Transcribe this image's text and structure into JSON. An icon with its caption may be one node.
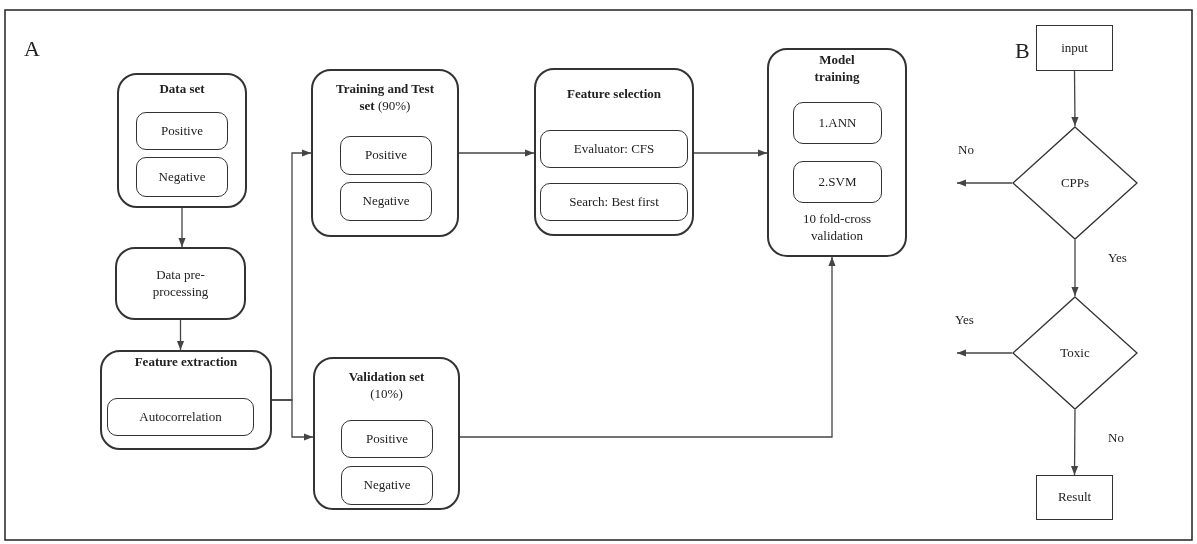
{
  "diagram": {
    "nodes": [
      {
        "text": [
          "Data set"
        ]
      },
      {
        "text": [
          "Positive"
        ],
        "in": 0
      },
      {
        "text": [
          "Negative"
        ],
        "in": 0
      },
      {
        "text": [
          "Data pre-processing"
        ]
      },
      {
        "text": [
          "Feature extraction"
        ]
      },
      {
        "text": [
          "Autocorrelation"
        ],
        "in": 4
      },
      {
        "text": [
          "**Training and Test set** (90%)"
        ]
      },
      {
        "text": [
          "Positive"
        ],
        "in": 6
      },
      {
        "text": [
          "Negative"
        ],
        "in": 6
      },
      {
        "text": [
          "**Validation set** (10%)"
        ]
      },
      {
        "text": [
          "Positive"
        ],
        "in": 9
      },
      {
        "text": [
          "Negative"
        ],
        "in": 9
      },
      {
        "text": [
          "Feature selection"
        ]
      },
      {
        "text": [
          "Evaluator: CFS"
        ],
        "in": 12
      },
      {
        "text": [
          "Search: Best first"
        ],
        "in": 12
      },
      {
        "text": [
          "Model training",
          "10 fold-cross validation"
        ]
      },
      {
        "text": [
          "1.ANN"
        ],
        "in": 15
      },
      {
        "text": [
          "2.SVM"
        ],
        "in": 15
      },
      {
        "text": [
          "input"
        ]
      },
      {
        "text": [
          "CPPs"
        ]
      },
      {
        "text": [
          "Toxic"
        ]
      },
      {
        "text": [
          "Result"
        ]
      }
    ],
    "edges": [
      {
        "from": 0,
        "to": 3,
        "arrow": "to"
      },
      {
        "from": 3,
        "to": 4,
        "arrow": "to"
      },
      {
        "from": 4,
        "to": 6,
        "arrow": "to"
      },
      {
        "from": 4,
        "to": 9,
        "arrow": "to"
      },
      {
        "from": 6,
        "to": 12,
        "arrow": "to"
      },
      {
        "from": 12,
        "to": 15,
        "arrow": "to"
      },
      {
        "from": 9,
        "to": 15,
        "arrow": "to"
      },
      {
        "from": 18,
        "to": 19,
        "arrow": "to"
      },
      {
        "from": 19,
        "to": null,
        "label": "No",
        "arrow": "to"
      },
      {
        "from": 19,
        "to": 20,
        "label": "Yes",
        "arrow": "to"
      },
      {
        "from": 20,
        "to": null,
        "label": "Yes",
        "arrow": "to"
      },
      {
        "from": 20,
        "to": 21,
        "label": "No",
        "arrow": "to"
      }
    ],
    "labels": [
      "A",
      "B"
    ]
  }
}
